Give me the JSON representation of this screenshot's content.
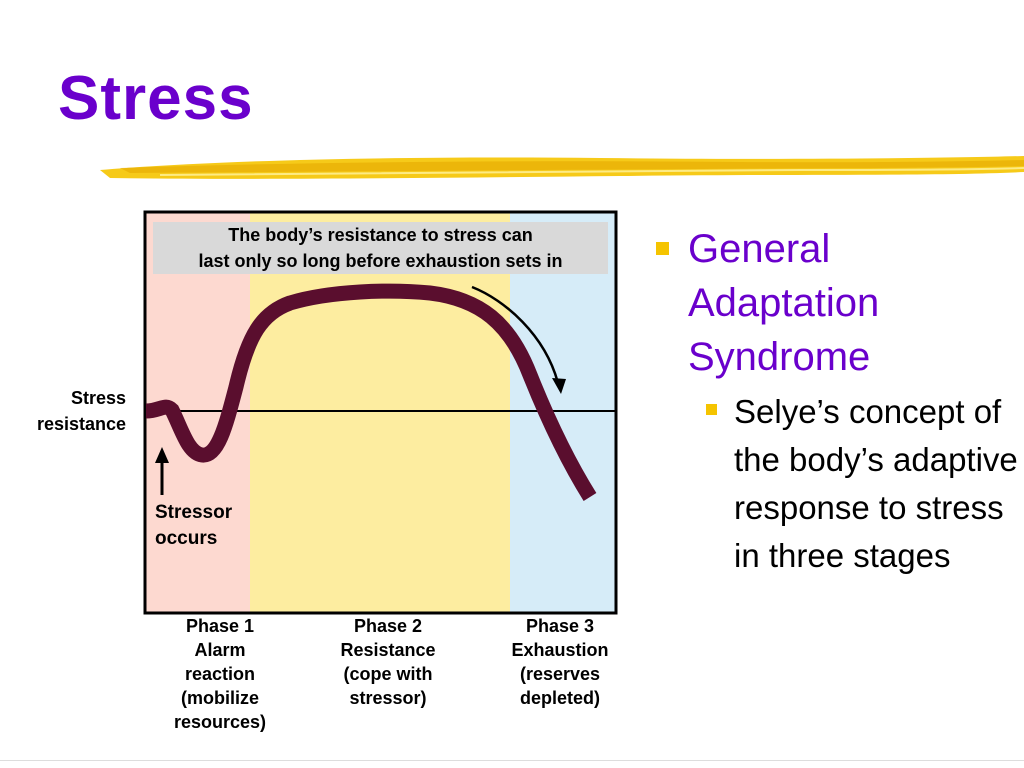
{
  "slide": {
    "title": "Stress"
  },
  "figure": {
    "callout": {
      "line1": "The body’s resistance to stress can",
      "line2": "last only so long before exhaustion sets in"
    },
    "axis_label": {
      "line1": "Stress",
      "line2": "resistance"
    },
    "stressor_label": {
      "line1": "Stressor",
      "line2": "occurs"
    },
    "phases": [
      {
        "lines": [
          "Phase 1",
          "Alarm",
          "reaction",
          "(mobilize",
          "resources)"
        ],
        "color": "#fdd9d0"
      },
      {
        "lines": [
          "Phase 2",
          "Resistance",
          "(cope with",
          "stressor)"
        ],
        "color": "#fdeda0"
      },
      {
        "lines": [
          "Phase 3",
          "Exhaustion",
          "(reserves",
          "depleted)"
        ],
        "color": "#d6ecf8"
      }
    ],
    "curve_color": "#5a0e2e"
  },
  "bullets": {
    "level1": "General Adaptation Syndrome",
    "level2": "Selye’s concept of the body’s adaptive response to stress in three stages"
  },
  "colors": {
    "title": "#6a00cc",
    "bullet_marker": "#f5c400",
    "brush": "#f5c400"
  }
}
